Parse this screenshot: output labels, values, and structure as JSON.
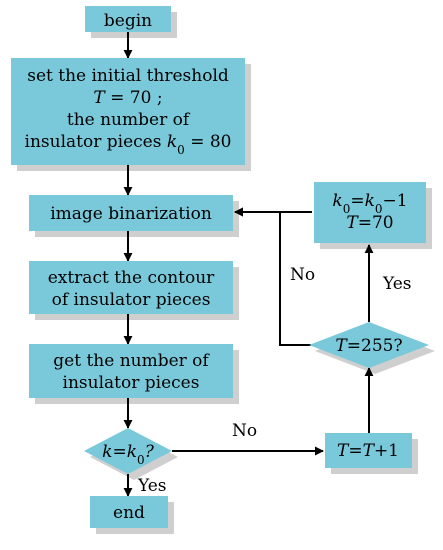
{
  "colors": {
    "box_fill": "#79C9DA",
    "shadow": "#CFCFCF",
    "line": "#000000"
  },
  "nodes": {
    "begin": {
      "lines": [
        [
          {
            "t": "begin"
          }
        ]
      ]
    },
    "init": {
      "lines": [
        [
          {
            "t": "set the initial threshold"
          }
        ],
        [
          {
            "t": "T",
            "i": true
          },
          {
            "t": " = 70 ;"
          }
        ],
        [
          {
            "t": "the number of"
          }
        ],
        [
          {
            "t": "insulator pieces "
          },
          {
            "t": "k",
            "i": true
          },
          {
            "t": "0",
            "sub": true
          },
          {
            "t": " = 80"
          }
        ]
      ]
    },
    "binarize": {
      "lines": [
        [
          {
            "t": "image binarization"
          }
        ]
      ]
    },
    "contour": {
      "lines": [
        [
          {
            "t": "extract the contour"
          }
        ],
        [
          {
            "t": "of insulator pieces"
          }
        ]
      ]
    },
    "count": {
      "lines": [
        [
          {
            "t": "get the number of"
          }
        ],
        [
          {
            "t": "insulator pieces"
          }
        ]
      ]
    },
    "check_k": {
      "lines": [
        [
          {
            "t": "k",
            "i": true
          },
          {
            "t": "="
          },
          {
            "t": "k",
            "i": true
          },
          {
            "t": "0",
            "sub": true
          },
          {
            "t": "?",
            "i": true
          }
        ]
      ]
    },
    "end": {
      "lines": [
        [
          {
            "t": "end"
          }
        ]
      ]
    },
    "increment": {
      "lines": [
        [
          {
            "t": "T",
            "i": true
          },
          {
            "t": "="
          },
          {
            "t": "T",
            "i": true
          },
          {
            "t": "+1"
          }
        ]
      ]
    },
    "check_t": {
      "lines": [
        [
          {
            "t": "T",
            "i": true
          },
          {
            "t": "=255?"
          }
        ]
      ]
    },
    "reset": {
      "lines": [
        [
          {
            "t": "k",
            "i": true
          },
          {
            "t": "0",
            "sub": true
          },
          {
            "t": "="
          },
          {
            "t": "k",
            "i": true
          },
          {
            "t": "0",
            "sub": true
          },
          {
            "t": "−1"
          }
        ],
        [
          {
            "t": "T",
            "i": true
          },
          {
            "t": "=70"
          }
        ]
      ]
    }
  },
  "edge_labels": {
    "k_yes": "Yes",
    "k_no": "No",
    "t_yes": "Yes",
    "t_no": "No"
  }
}
